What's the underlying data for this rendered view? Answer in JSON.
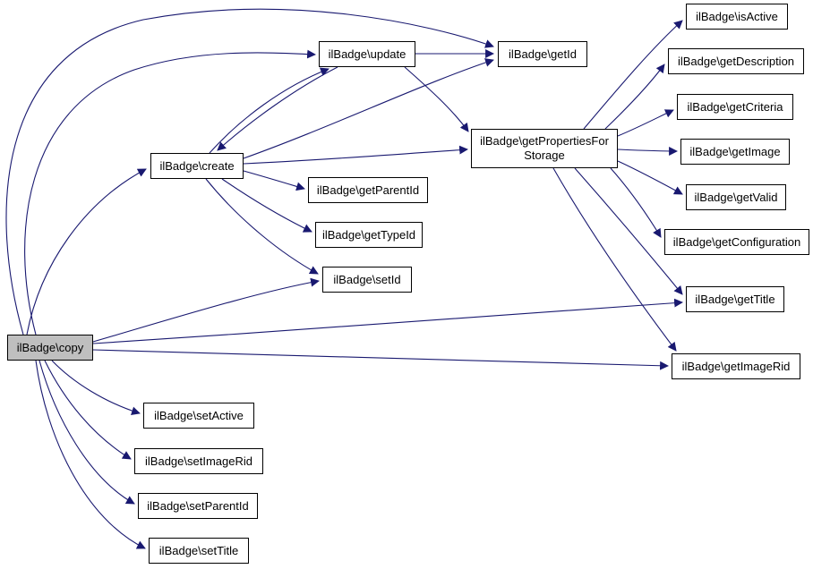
{
  "diagram": {
    "type": "call-graph",
    "root_function": "ilBadge\\copy",
    "colors": {
      "edge": "#191970",
      "node_border": "#000000",
      "node_fill": "#ffffff",
      "highlight_fill": "#bfbfbf"
    },
    "nodes": {
      "copy": {
        "label": "ilBadge\\copy",
        "highlighted": true
      },
      "update": {
        "label": "ilBadge\\update"
      },
      "getId": {
        "label": "ilBadge\\getId"
      },
      "create": {
        "label": "ilBadge\\create"
      },
      "getPropertiesForStorage": {
        "label": "ilBadge\\getPropertiesFor\nStorage"
      },
      "getParentId": {
        "label": "ilBadge\\getParentId"
      },
      "getTypeId": {
        "label": "ilBadge\\getTypeId"
      },
      "setId": {
        "label": "ilBadge\\setId"
      },
      "isActive": {
        "label": "ilBadge\\isActive"
      },
      "getDescription": {
        "label": "ilBadge\\getDescription"
      },
      "getCriteria": {
        "label": "ilBadge\\getCriteria"
      },
      "getImage": {
        "label": "ilBadge\\getImage"
      },
      "getValid": {
        "label": "ilBadge\\getValid"
      },
      "getConfiguration": {
        "label": "ilBadge\\getConfiguration"
      },
      "getTitle": {
        "label": "ilBadge\\getTitle"
      },
      "getImageRid": {
        "label": "ilBadge\\getImageRid"
      },
      "setActive": {
        "label": "ilBadge\\setActive"
      },
      "setImageRid": {
        "label": "ilBadge\\setImageRid"
      },
      "setParentId": {
        "label": "ilBadge\\setParentId"
      },
      "setTitle": {
        "label": "ilBadge\\setTitle"
      }
    },
    "edges": [
      {
        "from": "copy",
        "to": "create"
      },
      {
        "from": "copy",
        "to": "update"
      },
      {
        "from": "copy",
        "to": "getId"
      },
      {
        "from": "copy",
        "to": "setId"
      },
      {
        "from": "copy",
        "to": "getTitle"
      },
      {
        "from": "copy",
        "to": "getImageRid"
      },
      {
        "from": "copy",
        "to": "setActive"
      },
      {
        "from": "copy",
        "to": "setImageRid"
      },
      {
        "from": "copy",
        "to": "setParentId"
      },
      {
        "from": "copy",
        "to": "setTitle"
      },
      {
        "from": "create",
        "to": "update"
      },
      {
        "from": "update",
        "to": "create"
      },
      {
        "from": "create",
        "to": "getId"
      },
      {
        "from": "create",
        "to": "getPropertiesForStorage"
      },
      {
        "from": "create",
        "to": "getParentId"
      },
      {
        "from": "create",
        "to": "getTypeId"
      },
      {
        "from": "create",
        "to": "setId"
      },
      {
        "from": "update",
        "to": "getId"
      },
      {
        "from": "update",
        "to": "getPropertiesForStorage"
      },
      {
        "from": "getPropertiesForStorage",
        "to": "isActive"
      },
      {
        "from": "getPropertiesForStorage",
        "to": "getDescription"
      },
      {
        "from": "getPropertiesForStorage",
        "to": "getCriteria"
      },
      {
        "from": "getPropertiesForStorage",
        "to": "getImage"
      },
      {
        "from": "getPropertiesForStorage",
        "to": "getValid"
      },
      {
        "from": "getPropertiesForStorage",
        "to": "getConfiguration"
      },
      {
        "from": "getPropertiesForStorage",
        "to": "getTitle"
      },
      {
        "from": "getPropertiesForStorage",
        "to": "getImageRid"
      }
    ]
  }
}
